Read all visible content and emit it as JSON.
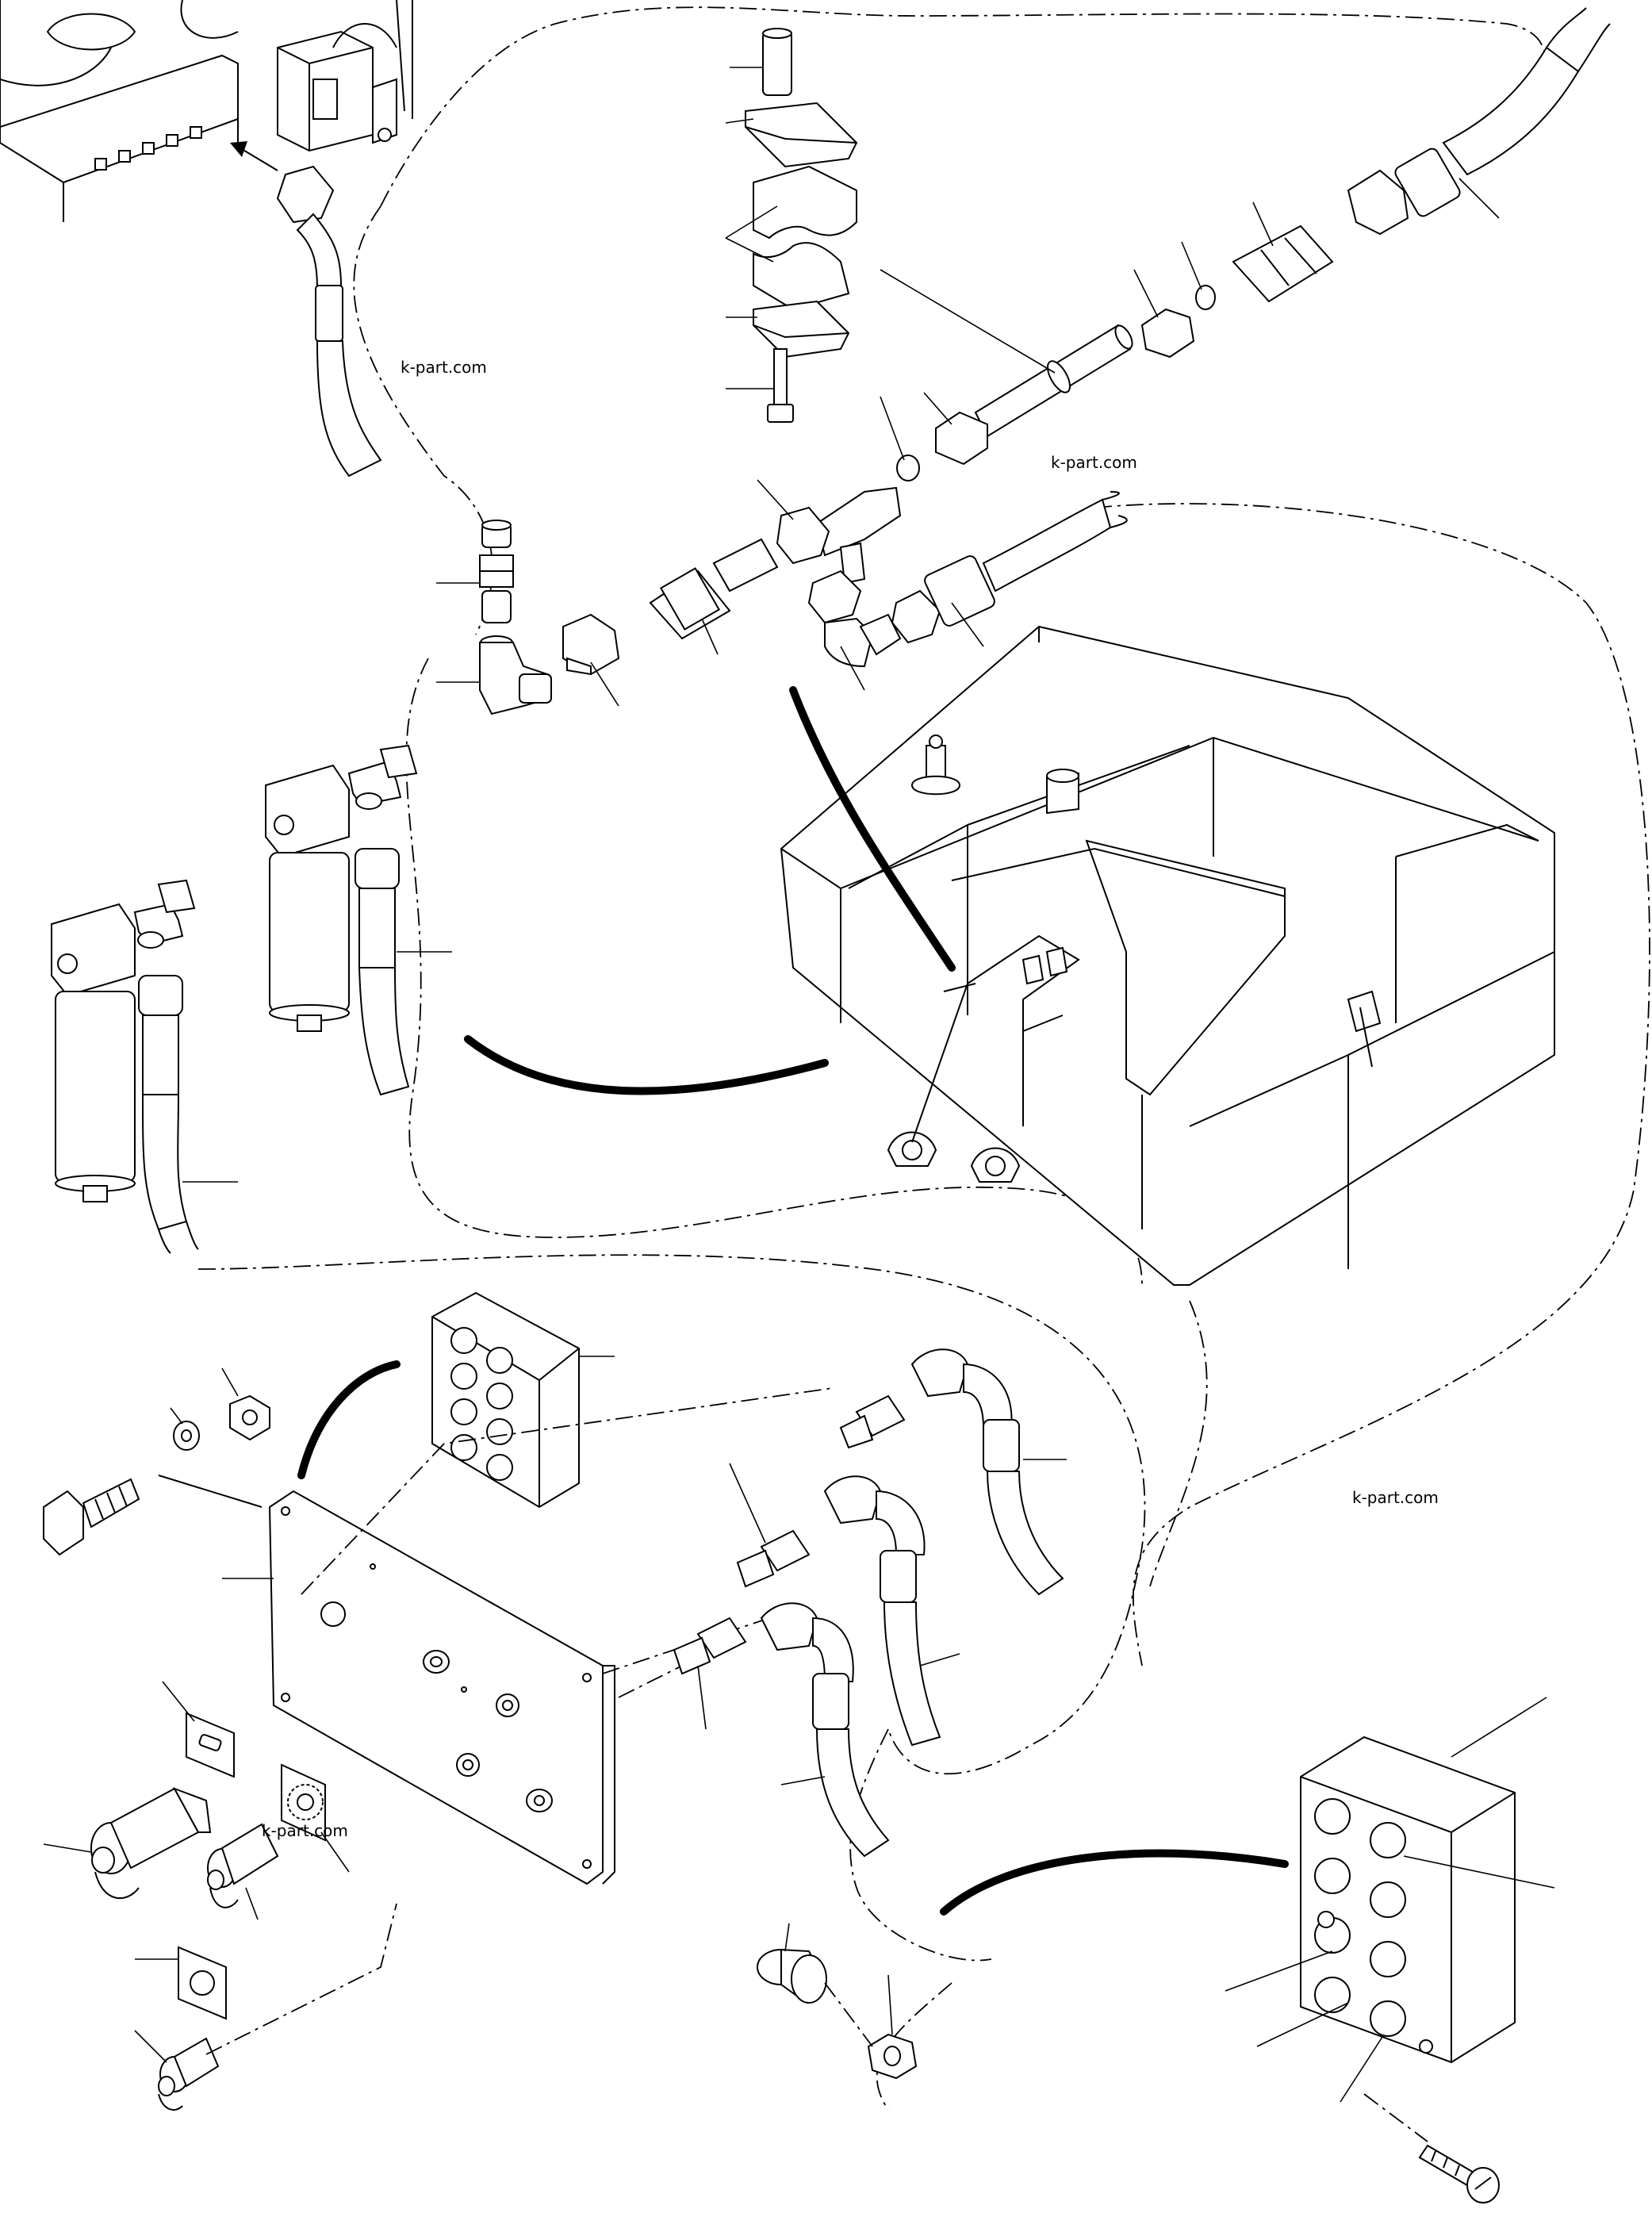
{
  "figure": {
    "watermarks": [
      "k-part.com",
      "k-part.com",
      "k-part.com",
      "k-part.com"
    ]
  },
  "colors": {
    "ink": "#000000",
    "paper": "#ffffff"
  }
}
